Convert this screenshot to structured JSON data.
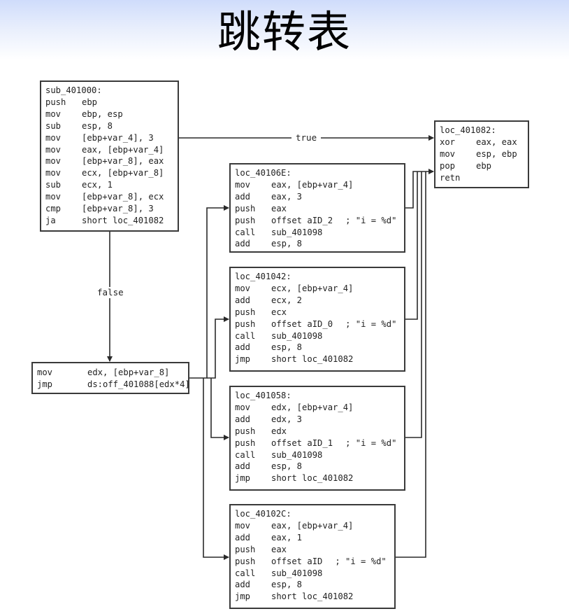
{
  "title": "跳转表",
  "edges": {
    "true_label": "true",
    "false_label": "false"
  },
  "blocks": {
    "entry": {
      "label": "sub_401000:",
      "lines": [
        {
          "mn": "push",
          "op": "ebp",
          "comment": ""
        },
        {
          "mn": "mov",
          "op": "ebp, esp",
          "comment": ""
        },
        {
          "mn": "sub",
          "op": "esp, 8",
          "comment": ""
        },
        {
          "mn": "mov",
          "op": "[ebp+var_4], 3",
          "comment": ""
        },
        {
          "mn": "mov",
          "op": "eax, [ebp+var_4]",
          "comment": ""
        },
        {
          "mn": "mov",
          "op": "[ebp+var_8], eax",
          "comment": ""
        },
        {
          "mn": "mov",
          "op": "ecx, [ebp+var_8]",
          "comment": ""
        },
        {
          "mn": "sub",
          "op": "ecx, 1",
          "comment": ""
        },
        {
          "mn": "mov",
          "op": "[ebp+var_8], ecx",
          "comment": ""
        },
        {
          "mn": "cmp",
          "op": "[ebp+var_8], 3",
          "comment": ""
        },
        {
          "mn": "ja",
          "op": "short loc_401082",
          "comment": ""
        }
      ]
    },
    "exit": {
      "label": "loc_401082:",
      "lines": [
        {
          "mn": "xor",
          "op": "eax, eax",
          "comment": ""
        },
        {
          "mn": "mov",
          "op": "esp, ebp",
          "comment": ""
        },
        {
          "mn": "pop",
          "op": "ebp",
          "comment": ""
        },
        {
          "mn": "retn",
          "op": "",
          "comment": ""
        }
      ]
    },
    "dispatch": {
      "label": "",
      "lines": [
        {
          "mn": "mov",
          "op": "edx, [ebp+var_8]",
          "comment": ""
        },
        {
          "mn": "jmp",
          "op": "ds:off_401088[edx*4]",
          "comment": ""
        }
      ]
    },
    "case_40106E": {
      "label": "loc_40106E:",
      "lines": [
        {
          "mn": "mov",
          "op": "eax, [ebp+var_4]",
          "comment": ""
        },
        {
          "mn": "add",
          "op": "eax, 3",
          "comment": ""
        },
        {
          "mn": "push",
          "op": "eax",
          "comment": ""
        },
        {
          "mn": "push",
          "op": "offset aID_2",
          "comment": "; \"i = %d\""
        },
        {
          "mn": "call",
          "op": "sub_401098",
          "comment": ""
        },
        {
          "mn": "add",
          "op": "esp, 8",
          "comment": ""
        }
      ]
    },
    "case_401042": {
      "label": "loc_401042:",
      "lines": [
        {
          "mn": "mov",
          "op": "ecx, [ebp+var_4]",
          "comment": ""
        },
        {
          "mn": "add",
          "op": "ecx, 2",
          "comment": ""
        },
        {
          "mn": "push",
          "op": "ecx",
          "comment": ""
        },
        {
          "mn": "push",
          "op": "offset aID_0",
          "comment": "; \"i = %d\""
        },
        {
          "mn": "call",
          "op": "sub_401098",
          "comment": ""
        },
        {
          "mn": "add",
          "op": "esp, 8",
          "comment": ""
        },
        {
          "mn": "jmp",
          "op": "short loc_401082",
          "comment": ""
        }
      ]
    },
    "case_401058": {
      "label": "loc_401058:",
      "lines": [
        {
          "mn": "mov",
          "op": "edx, [ebp+var_4]",
          "comment": ""
        },
        {
          "mn": "add",
          "op": "edx, 3",
          "comment": ""
        },
        {
          "mn": "push",
          "op": "edx",
          "comment": ""
        },
        {
          "mn": "push",
          "op": "offset aID_1",
          "comment": "; \"i = %d\""
        },
        {
          "mn": "call",
          "op": "sub_401098",
          "comment": ""
        },
        {
          "mn": "add",
          "op": "esp, 8",
          "comment": ""
        },
        {
          "mn": "jmp",
          "op": "short loc_401082",
          "comment": ""
        }
      ]
    },
    "case_40102C": {
      "label": "loc_40102C:",
      "lines": [
        {
          "mn": "mov",
          "op": "eax, [ebp+var_4]",
          "comment": ""
        },
        {
          "mn": "add",
          "op": "eax, 1",
          "comment": ""
        },
        {
          "mn": "push",
          "op": "eax",
          "comment": ""
        },
        {
          "mn": "push",
          "op": "offset aID",
          "comment": "; \"i = %d\""
        },
        {
          "mn": "call",
          "op": "sub_401098",
          "comment": ""
        },
        {
          "mn": "add",
          "op": "esp, 8",
          "comment": ""
        },
        {
          "mn": "jmp",
          "op": "short loc_401082",
          "comment": ""
        }
      ]
    }
  }
}
